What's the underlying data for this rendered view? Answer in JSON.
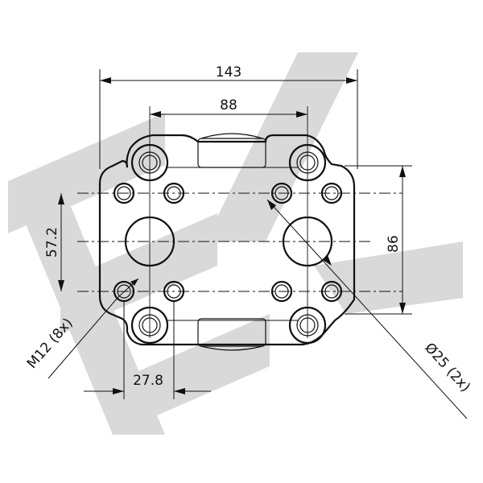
{
  "drawing": {
    "dimensions": {
      "overall_width": "143",
      "bolt_spacing": "88",
      "vertical_bolt_spacing": "57.2",
      "height": "86",
      "horizontal_offset": "27.8",
      "thread_callout": "M12 (8x)",
      "bore_callout": "Ø25 (2x)"
    },
    "watermark": {
      "color": "#d9d9d9"
    },
    "colors": {
      "line": "#111111",
      "part_fill": "#ffffff"
    }
  }
}
